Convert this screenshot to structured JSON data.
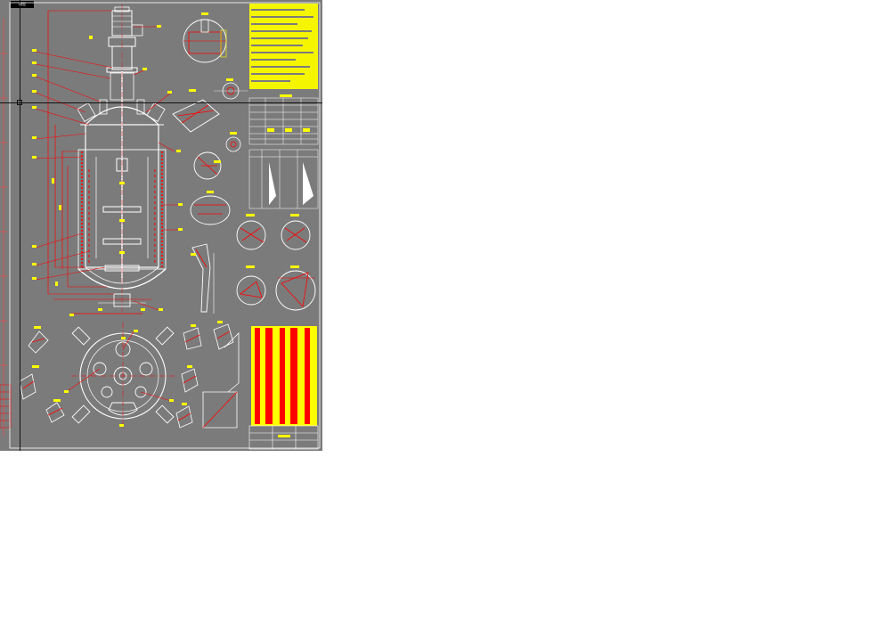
{
  "app": {
    "tab_label": "模型",
    "colors": {
      "canvas": "#7b7b7b",
      "frame": "#ffffff",
      "dimension": "#ff0000",
      "annotation": "#ffff00",
      "page": "#ffffff"
    }
  },
  "drawing": {
    "type": "reactor-vessel-engineering-drawing",
    "views": [
      "main-elevation",
      "top-plan",
      "detail-views",
      "technical-notes",
      "design-data-table",
      "nozzle-table",
      "parts-list",
      "title-block"
    ]
  }
}
